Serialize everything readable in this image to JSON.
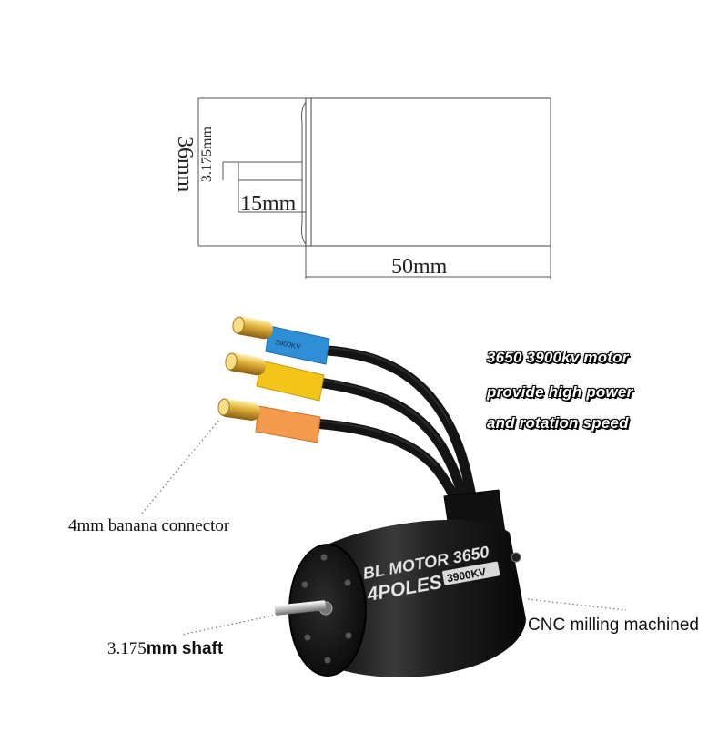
{
  "dimensions": {
    "height_label": "36mm",
    "shaft_diameter_label": "3.175mm",
    "shaft_length_label": "15mm",
    "body_length_label": "50mm"
  },
  "motor": {
    "label_line1": "BL MOTOR 3650",
    "label_line2": "4POLES",
    "kv_badge": "3900KV",
    "wire_sleeve_text": "3900KV",
    "wire_colors": [
      "#2f8fd6",
      "#f3c51a",
      "#f39a4c"
    ],
    "can_color": "#1a1a1a"
  },
  "promo": {
    "lines": [
      "3650 3900kv motor",
      "provide high power",
      "and rotation speed"
    ]
  },
  "callouts": {
    "banana_connector": "4mm banana connector",
    "cnc": "CNC milling machined",
    "shaft_prefix": "3.175",
    "shaft_suffix": "mm shaft"
  }
}
